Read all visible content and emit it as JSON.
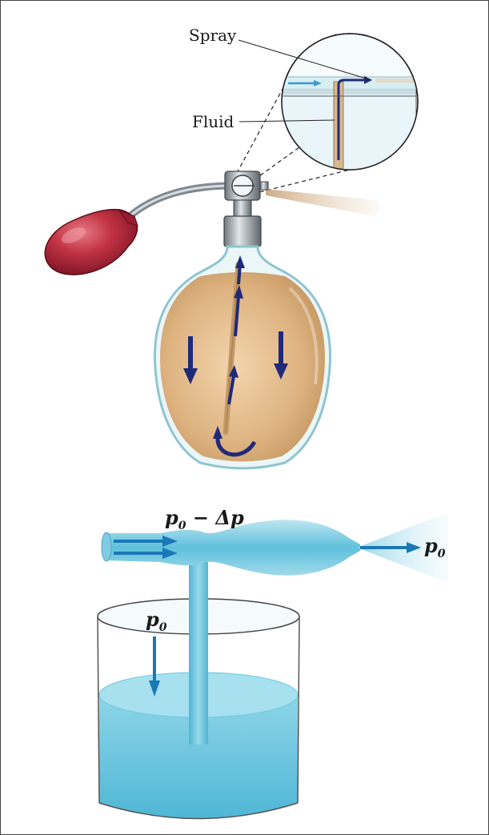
{
  "labels": {
    "spray": "Spray",
    "fluid": "Fluid",
    "pressure_reduced_base": "p",
    "pressure_reduced_sub": "0",
    "pressure_reduced_rest": " − Δp",
    "pressure_out_base": "p",
    "pressure_out_sub": "0",
    "pressure_surface_base": "p",
    "pressure_surface_sub": "0"
  },
  "colors": {
    "bulb": "#b3263a",
    "perfume": "#d9ae7a",
    "glass_edge": "#8fc4cf",
    "arrow_dark": "#1f2a7a",
    "water": "#6ec9e0",
    "water_light": "#a9e0ee",
    "arrow_blue": "#1a78b4",
    "metal": "#a6aeb4"
  }
}
